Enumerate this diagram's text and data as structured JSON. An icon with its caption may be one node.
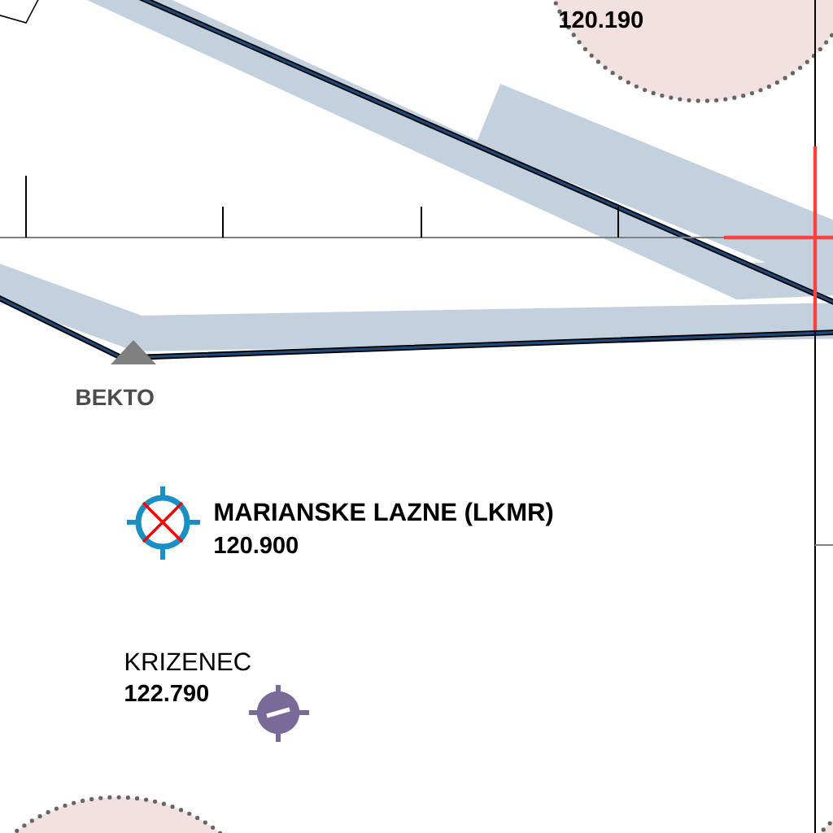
{
  "diagram": {
    "labels": [
      "120.190",
      "BEKTO",
      "MARIANSKE LAZNE (LKMR)",
      "120.900",
      "KRIZENEC",
      "122.790"
    ]
  }
}
